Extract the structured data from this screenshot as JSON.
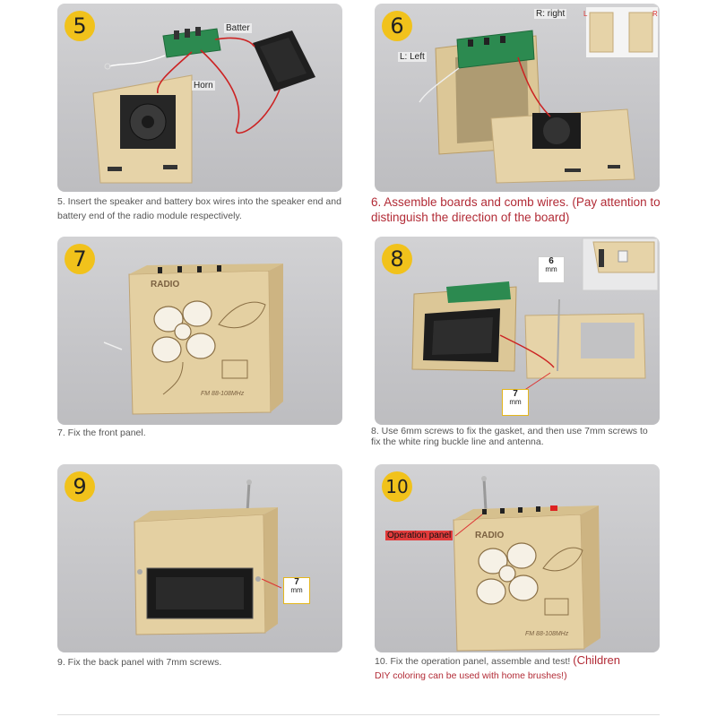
{
  "steps": [
    {
      "number": "5",
      "labels": {
        "battery": "Batter",
        "horn": "Horn"
      },
      "caption": "5. Insert the speaker and battery box wires into the speaker end and battery end of the radio module respectively."
    },
    {
      "number": "6",
      "labels": {
        "right": "R: right",
        "left": "L: Left",
        "thumb_l": "L",
        "thumb_r": "R"
      },
      "caption": "6. Assemble boards and comb wires. (Pay attention to distinguish the direction of the board)"
    },
    {
      "number": "7",
      "labels": {
        "radio": "RADIO",
        "fm": "FM 88-108MHz"
      },
      "caption": "7. Fix the front panel."
    },
    {
      "number": "8",
      "labels": {
        "screw6": "6",
        "screw7": "7",
        "unit": "mm"
      },
      "caption": "8. Use 6mm screws to fix the gasket, and then use 7mm screws to fix the white ring buckle line and antenna."
    },
    {
      "number": "9",
      "labels": {
        "screw7": "7",
        "unit": "mm"
      },
      "caption": "9. Fix the back panel with 7mm screws."
    },
    {
      "number": "10",
      "labels": {
        "operation": "Operation panel",
        "radio": "RADIO",
        "fm": "FM 88-108MHz"
      },
      "caption_main": "10. Fix the operation panel, assemble and test!",
      "caption_red1": "(Children",
      "caption_red2": "DIY coloring can be used with home brushes!)"
    }
  ],
  "colors": {
    "badge": "#f1c21b",
    "caption_red": "#b22b36",
    "wood": "#e2cfa5",
    "pcb": "#2c8a50"
  }
}
